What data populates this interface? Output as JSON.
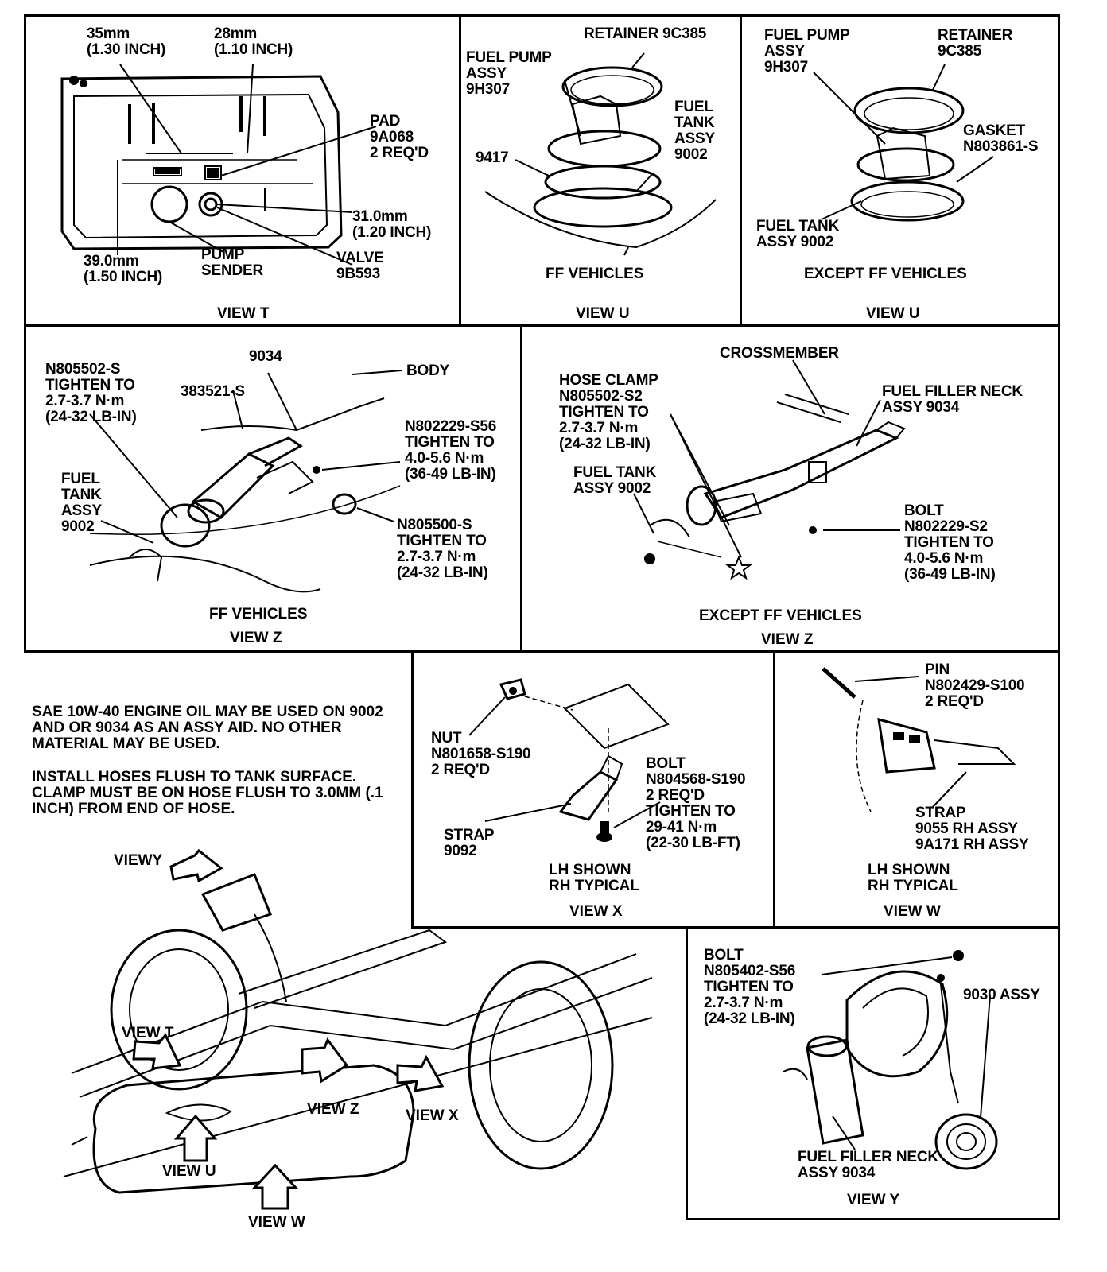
{
  "view_t": {
    "dim_35": "35mm\n(1.30 INCH)",
    "dim_28": "28mm\n(1.10 INCH)",
    "pad": "PAD\n9A068\n2 REQ'D",
    "dim_31": "31.0mm\n(1.20 INCH)",
    "dim_39": "39.0mm\n(1.50 INCH)",
    "pump_sender": "PUMP\nSENDER",
    "valve": "VALVE\n9B593",
    "caption": "VIEW T"
  },
  "view_u_ff": {
    "retainer": "RETAINER 9C385",
    "fuel_pump": "FUEL PUMP\nASSY\n9H307",
    "fuel_tank": "FUEL\nTANK\nASSY\n9002",
    "part_9417": "9417",
    "subcaption": "FF VEHICLES",
    "caption": "VIEW U"
  },
  "view_u_except": {
    "fuel_pump": "FUEL PUMP\nASSY\n9H307",
    "retainer": "RETAINER\n9C385",
    "gasket": "GASKET\nN803861-S",
    "fuel_tank": "FUEL TANK\nASSY 9002",
    "subcaption": "EXCEPT FF VEHICLES",
    "caption": "VIEW U"
  },
  "view_z_ff": {
    "clamp": "N805502-S\nTIGHTEN TO\n2.7-3.7 N·m\n(24-32 LB-IN)",
    "part_9034": "9034",
    "body": "BODY",
    "part_383521": "383521-S",
    "bolt": "N802229-S56\nTIGHTEN TO\n4.0-5.6 N·m\n(36-49 LB-IN)",
    "fuel_tank": "FUEL\nTANK\nASSY\n9002",
    "nut": "N805500-S\nTIGHTEN TO\n2.7-3.7 N·m\n(24-32 LB-IN)",
    "subcaption": "FF VEHICLES",
    "caption": "VIEW Z"
  },
  "view_z_except": {
    "crossmember": "CROSSMEMBER",
    "hose_clamp": "HOSE CLAMP\nN805502-S2\nTIGHTEN TO\n2.7-3.7 N·m\n(24-32 LB-IN)",
    "filler_neck": "FUEL FILLER NECK\nASSY 9034",
    "fuel_tank": "FUEL TANK\nASSY 9002",
    "bolt": "BOLT\nN802229-S2\nTIGHTEN TO\n4.0-5.6 N·m\n(36-49 LB-IN)",
    "subcaption": "EXCEPT FF VEHICLES",
    "caption": "VIEW Z"
  },
  "notes": {
    "note1": "SAE 10W-40 ENGINE OIL MAY BE USED ON 9002 AND OR 9034 AS AN ASSY AID. NO OTHER MATERIAL MAY BE USED.",
    "note2": "INSTALL HOSES FLUSH TO TANK SURFACE. CLAMP MUST BE ON HOSE FLUSH TO 3.0MM (.1 INCH) FROM END OF HOSE."
  },
  "view_x": {
    "nut": "NUT\nN801658-S190\n2 REQ'D",
    "bolt": "BOLT\nN804568-S190\n2 REQ'D\nTIGHTEN TO\n29-41 N·m\n(22-30 LB-FT)",
    "strap": "STRAP\n9092",
    "subcaption": "LH SHOWN\nRH TYPICAL",
    "caption": "VIEW X"
  },
  "view_w": {
    "pin": "PIN\nN802429-S100\n2 REQ'D",
    "strap": "STRAP\n9055 RH ASSY\n9A171 RH ASSY",
    "subcaption": "LH SHOWN\nRH TYPICAL",
    "caption": "VIEW W"
  },
  "view_y": {
    "bolt": "BOLT\nN805402-S56\nTIGHTEN TO\n2.7-3.7 N·m\n(24-32 LB-IN)",
    "part_9030": "9030 ASSY",
    "filler_neck": "FUEL FILLER NECK\nASSY 9034",
    "caption": "VIEW Y"
  },
  "overview": {
    "view_y": "VIEWY",
    "view_t": "VIEW T",
    "view_z": "VIEW Z",
    "view_x": "VIEW X",
    "view_u": "VIEW U",
    "view_w": "VIEW W"
  }
}
